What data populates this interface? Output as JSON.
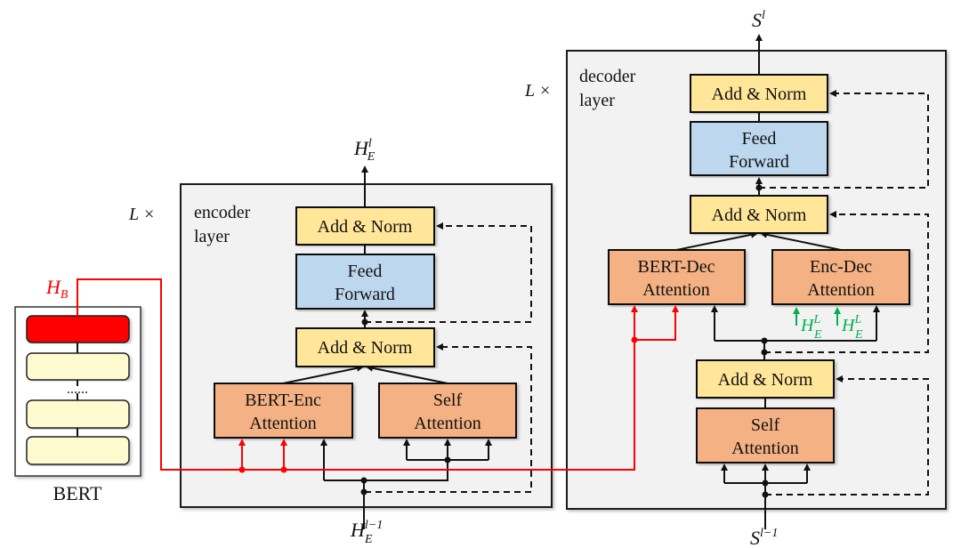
{
  "bert": {
    "label": "BERT",
    "dots": "......",
    "output_label": {
      "base": "H",
      "sub": "B"
    },
    "accent_color": "#ff0000"
  },
  "encoder": {
    "repeat_label": "L ×",
    "layer_label_line1": "encoder",
    "layer_label_line2": "layer",
    "add_norm_top": "Add & Norm",
    "feed_forward_line1": "Feed",
    "feed_forward_line2": "Forward",
    "add_norm_mid": "Add & Norm",
    "bert_enc_line1": "BERT-Enc",
    "bert_enc_line2": "Attention",
    "self_attn_line1": "Self",
    "self_attn_line2": "Attention",
    "output": {
      "base": "H",
      "sub": "E",
      "sup": "l"
    },
    "input": {
      "base": "H",
      "sub": "E",
      "sup": "l−1"
    }
  },
  "decoder": {
    "repeat_label": "L ×",
    "layer_label_line1": "decoder",
    "layer_label_line2": "layer",
    "add_norm_top": "Add & Norm",
    "feed_forward_line1": "Feed",
    "feed_forward_line2": "Forward",
    "add_norm_mid": "Add & Norm",
    "bert_dec_line1": "BERT-Dec",
    "bert_dec_line2": "Attention",
    "enc_dec_line1": "Enc-Dec",
    "enc_dec_line2": "Attention",
    "enc_inputs": [
      {
        "base": "H",
        "sub": "E",
        "sup": "L"
      },
      {
        "base": "H",
        "sub": "E",
        "sup": "L"
      }
    ],
    "enc_input_color": "#00b050",
    "add_norm_low": "Add & Norm",
    "self_attn_line1": "Self",
    "self_attn_line2": "Attention",
    "output": {
      "base": "S",
      "sup": "l"
    },
    "input": {
      "base": "S",
      "sup": "l−1"
    }
  },
  "colors": {
    "add_norm": "#ffe699",
    "feed_forward": "#bdd7ee",
    "attention": "#f4b183",
    "container": "#f2f2f2",
    "bert_layer": "#fffbd0"
  }
}
